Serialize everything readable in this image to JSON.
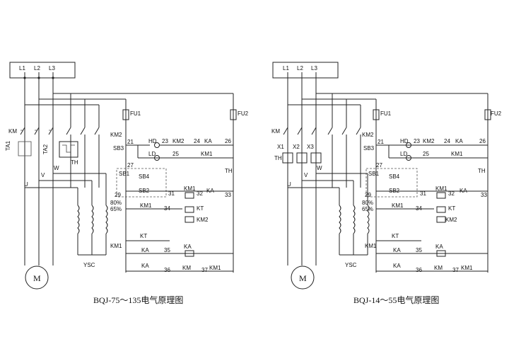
{
  "left": {
    "caption": "BQJ-75～135电气原理图",
    "phases": [
      "L1",
      "L2",
      "L3"
    ],
    "motor": "M",
    "labels": {
      "km": "KM",
      "ta1": "TA1",
      "ta2": "TA2",
      "th": "TH",
      "v": "V",
      "u": "U",
      "w": "W",
      "km2_top": "KM2",
      "fu1": "FU1",
      "fu2": "FU2",
      "sb3": "SB3",
      "hd": "HD",
      "ld": "LD",
      "sb1": "SB1",
      "sb4": "SB4",
      "sb2": "SB2",
      "kt": "KT",
      "ka1": "KA",
      "ka2": "KA",
      "ka3": "KA",
      "km1_a": "KM1",
      "km1_b": "KM1",
      "km1_c": "KM1",
      "km1_d": "KM1",
      "km1_coil": "KM1",
      "km2_a": "KM2",
      "km2_coil": "KM2",
      "ka_coil": "KA",
      "ka_top": "KA",
      "kt_coil": "KT",
      "kt_contact": "KT",
      "th_right": "TH",
      "ysc": "YSC",
      "p80": "80%",
      "p65": "65%",
      "n21": "21",
      "n23": "23",
      "n24": "24",
      "n25": "25",
      "n26": "26",
      "n27": "27",
      "n29": "29",
      "n31": "31",
      "n32": "32",
      "n33": "33",
      "n34": "34",
      "n35": "35",
      "n36": "36",
      "n37": "37"
    }
  },
  "right": {
    "caption": "BQJ-14～55电气原理图",
    "phases": [
      "L1",
      "L2",
      "L3"
    ],
    "motor": "M",
    "labels": {
      "km": "KM",
      "x1": "X1",
      "x2": "X2",
      "x3": "X3",
      "th": "TH",
      "v": "V",
      "u": "U",
      "w": "W",
      "km2_top": "KM2",
      "fu1": "FU1",
      "fu2": "FU2",
      "sb3": "SB3",
      "hd": "HD",
      "ld": "LD",
      "sb1": "SB1",
      "sb4": "SB4",
      "sb2": "SB2",
      "kt": "KT",
      "ka1": "KA",
      "ka2": "KA",
      "ka3": "KA",
      "km1_a": "KM1",
      "km1_b": "KM1",
      "km1_c": "KM1",
      "km1_d": "KM1",
      "km1_coil": "KM1",
      "km2_a": "KM2",
      "km2_coil": "KM2",
      "ka_coil": "KA",
      "ka_top": "KA",
      "kt_coil": "KT",
      "kt_contact": "KT",
      "th_right": "TH",
      "ysc": "YSC",
      "p80": "80%",
      "p65": "65%",
      "n21": "21",
      "n23": "23",
      "n24": "24",
      "n25": "25",
      "n26": "26",
      "n27": "27",
      "n29": "29",
      "n31": "31",
      "n32": "32",
      "n33": "33",
      "n34": "34",
      "n35": "35",
      "n36": "36",
      "n37": "37"
    }
  }
}
